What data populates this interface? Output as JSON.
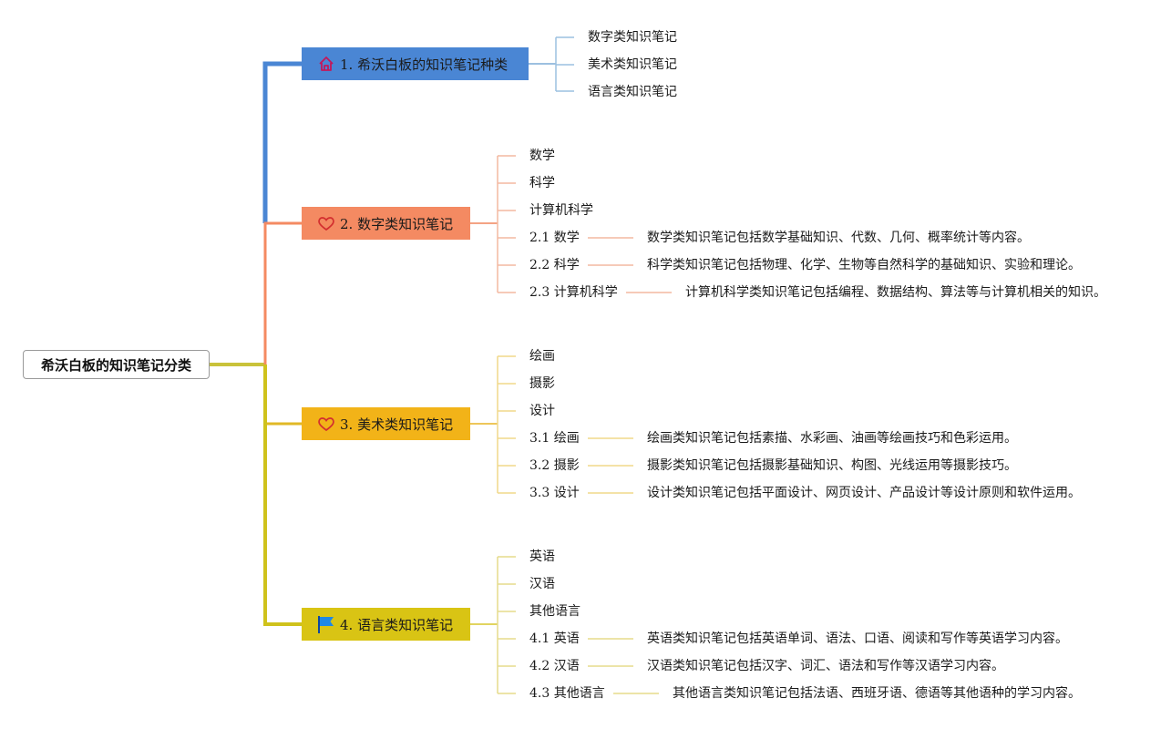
{
  "root": {
    "label": "希沃白板的知识笔记分类"
  },
  "colors": {
    "blue": "#4a86d4",
    "orange": "#f48a62",
    "gold": "#f2b318",
    "olive": "#d9c414",
    "lightblue": "#9cc0e0",
    "lightorange": "#f4b9a1",
    "lightgold": "#f1d88a",
    "lightolive": "#e5dc8c"
  },
  "branches": [
    {
      "label": "1. 希沃白板的知识笔记种类",
      "icon": "home-icon",
      "children": [
        "数字类知识笔记",
        "美术类知识笔记",
        "语言类知识笔记"
      ]
    },
    {
      "label": "2. 数字类知识笔记",
      "icon": "heart-icon",
      "children": [
        "数学",
        "科学",
        "计算机科学"
      ],
      "details": [
        {
          "label": "2.1 数学",
          "desc": "数学类知识笔记包括数学基础知识、代数、几何、概率统计等内容。"
        },
        {
          "label": "2.2 科学",
          "desc": "科学类知识笔记包括物理、化学、生物等自然科学的基础知识、实验和理论。"
        },
        {
          "label": "2.3 计算机科学",
          "desc": "计算机科学类知识笔记包括编程、数据结构、算法等与计算机相关的知识。"
        }
      ]
    },
    {
      "label": "3. 美术类知识笔记",
      "icon": "heart-icon",
      "children": [
        "绘画",
        "摄影",
        "设计"
      ],
      "details": [
        {
          "label": "3.1 绘画",
          "desc": "绘画类知识笔记包括素描、水彩画、油画等绘画技巧和色彩运用。"
        },
        {
          "label": "3.2 摄影",
          "desc": "摄影类知识笔记包括摄影基础知识、构图、光线运用等摄影技巧。"
        },
        {
          "label": "3.3 设计",
          "desc": "设计类知识笔记包括平面设计、网页设计、产品设计等设计原则和软件运用。"
        }
      ]
    },
    {
      "label": "4. 语言类知识笔记",
      "icon": "flag-icon",
      "children": [
        "英语",
        "汉语",
        "其他语言"
      ],
      "details": [
        {
          "label": "4.1 英语",
          "desc": "英语类知识笔记包括英语单词、语法、口语、阅读和写作等英语学习内容。"
        },
        {
          "label": "4.2 汉语",
          "desc": "汉语类知识笔记包括汉字、词汇、语法和写作等汉语学习内容。"
        },
        {
          "label": "4.3 其他语言",
          "desc": "其他语言类知识笔记包括法语、西班牙语、德语等其他语种的学习内容。"
        }
      ]
    }
  ]
}
